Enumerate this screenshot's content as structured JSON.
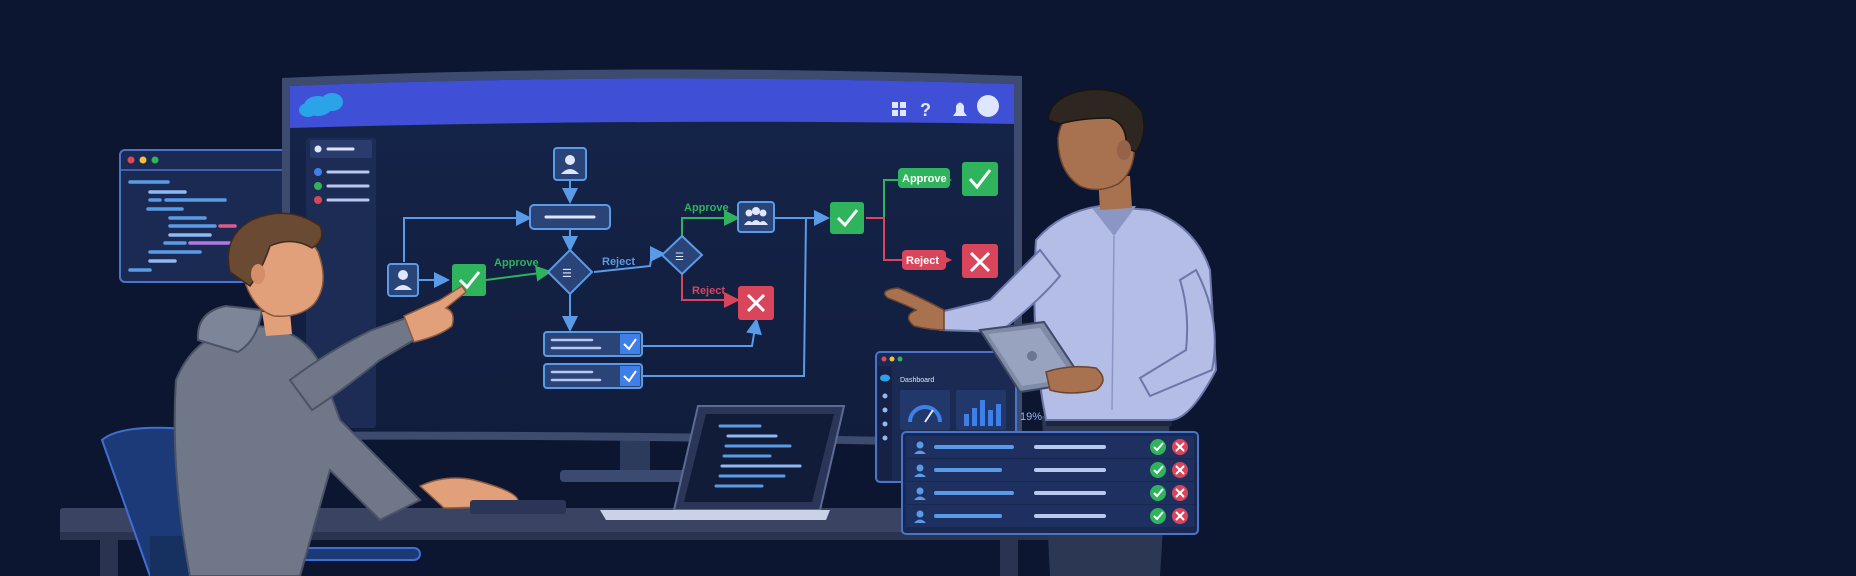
{
  "flow": {
    "approve_label": "Approve",
    "reject_label": "Reject"
  },
  "dashboard": {
    "title": "Dashboard",
    "stat_value": "19%"
  },
  "colors": {
    "background": "#0c1630",
    "screen_header": "#3f4fd6",
    "approve": "#2fb35c",
    "reject": "#d9455a",
    "flow_line": "#5a9be8"
  },
  "icons": [
    "cloud-logo-icon",
    "grid-icon",
    "help-icon",
    "bell-icon",
    "avatar-icon",
    "user-icon",
    "group-icon",
    "decision-icon",
    "check-icon",
    "close-icon",
    "speedometer-icon",
    "bar-chart-icon"
  ],
  "approval_rows": 4
}
